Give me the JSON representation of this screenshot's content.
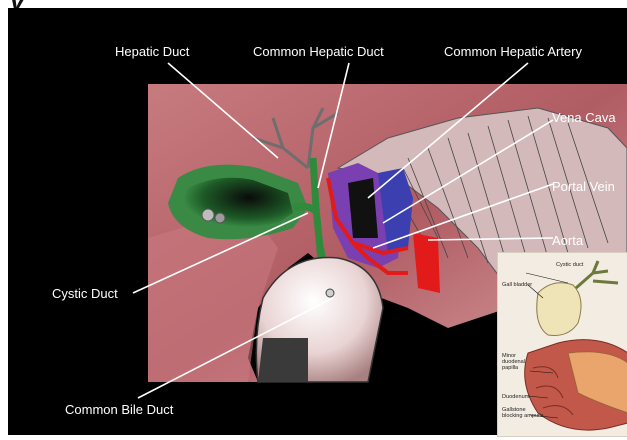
{
  "title_fragment": "y",
  "labels": {
    "hepatic_duct": "Hepatic Duct",
    "common_hepatic_duct": "Common Hepatic Duct",
    "common_hepatic_artery": "Common Hepatic Artery",
    "vena_cava": "Vena Cava",
    "portal_vein": "Portal Vein",
    "aorta": "Aorta",
    "cystic_duct": "Cystic Duct",
    "common_bile_duct": "Common Bile Duct"
  },
  "inset": {
    "cystic_duct": "Cystic duct",
    "gall_bladder": "Gall bladder",
    "minor_papilla": "Minor\nduodenal\npapilla",
    "duodenum": "Duodenum",
    "gallstone": "Gallstone\nblocking ampulla"
  },
  "colors": {
    "background": "#000000",
    "liver": "#b5646a",
    "duct_green": "#2f8a3c",
    "vein_blue": "#3b3fb0",
    "vein_purple": "#7a3fb0",
    "artery_red": "#e31a1a",
    "label_text": "#ffffff"
  }
}
